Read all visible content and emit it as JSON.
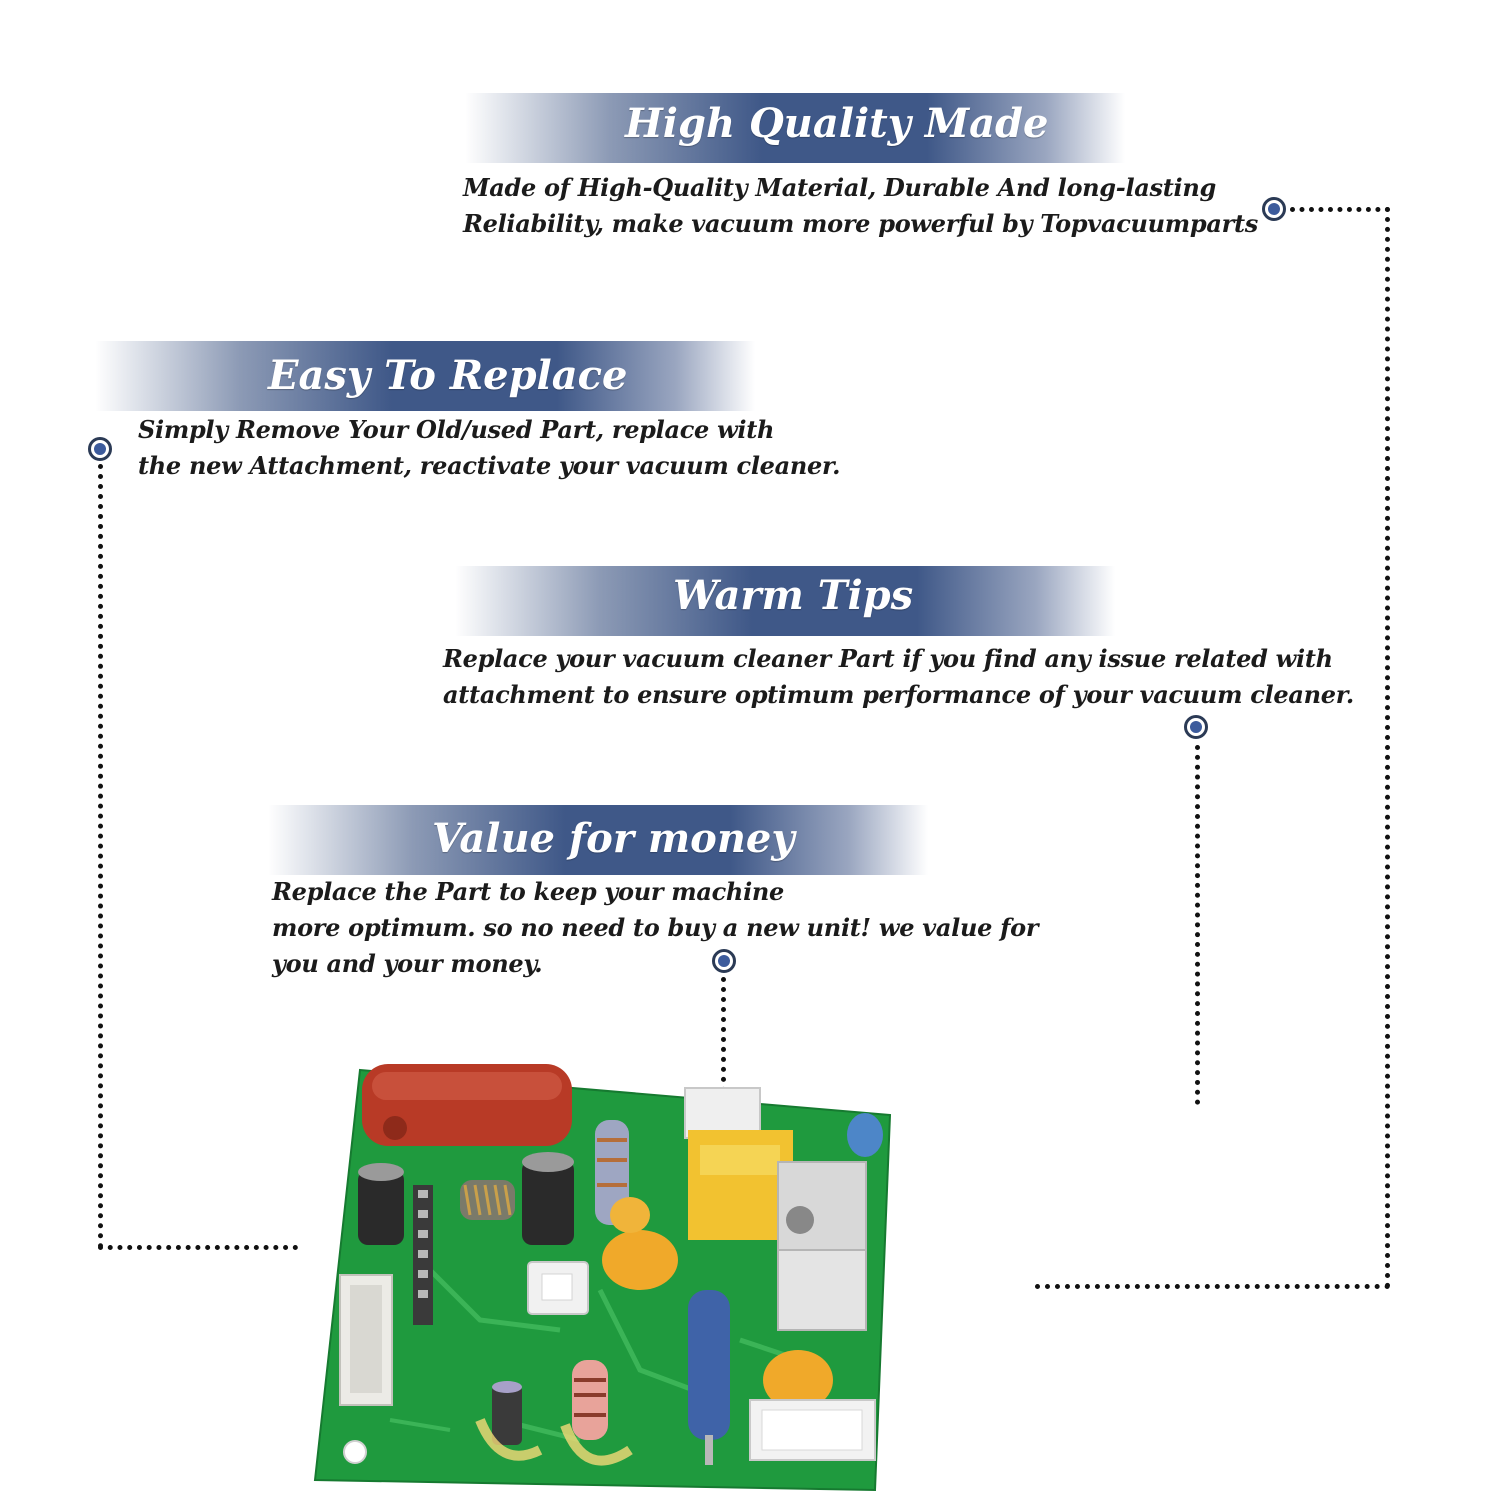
{
  "sections": {
    "high_quality": {
      "title": "High Quality Made",
      "lines": [
        "Made of  High-Quality Material, Durable And long-lasting",
        "Reliability, make vacuum more powerful by Topvacuumparts"
      ]
    },
    "easy_replace": {
      "title": "Easy To Replace",
      "lines": [
        "Simply Remove Your Old/used Part, replace with",
        "the new Attachment, reactivate your vacuum cleaner."
      ]
    },
    "warm_tips": {
      "title": "Warm Tips",
      "lines": [
        "Replace your vacuum cleaner Part if you find any issue related with",
        " attachment to ensure optimum performance of your vacuum cleaner."
      ]
    },
    "value_money": {
      "title": "Value for money",
      "lines": [
        "Replace the Part to keep your machine",
        "more optimum. so no need to buy a new unit! we value for",
        "you and your money."
      ]
    }
  },
  "colors": {
    "banner_blue": "#3f5888",
    "marker_blue": "#3c5b9c",
    "board_green": "#1f9a3e"
  }
}
